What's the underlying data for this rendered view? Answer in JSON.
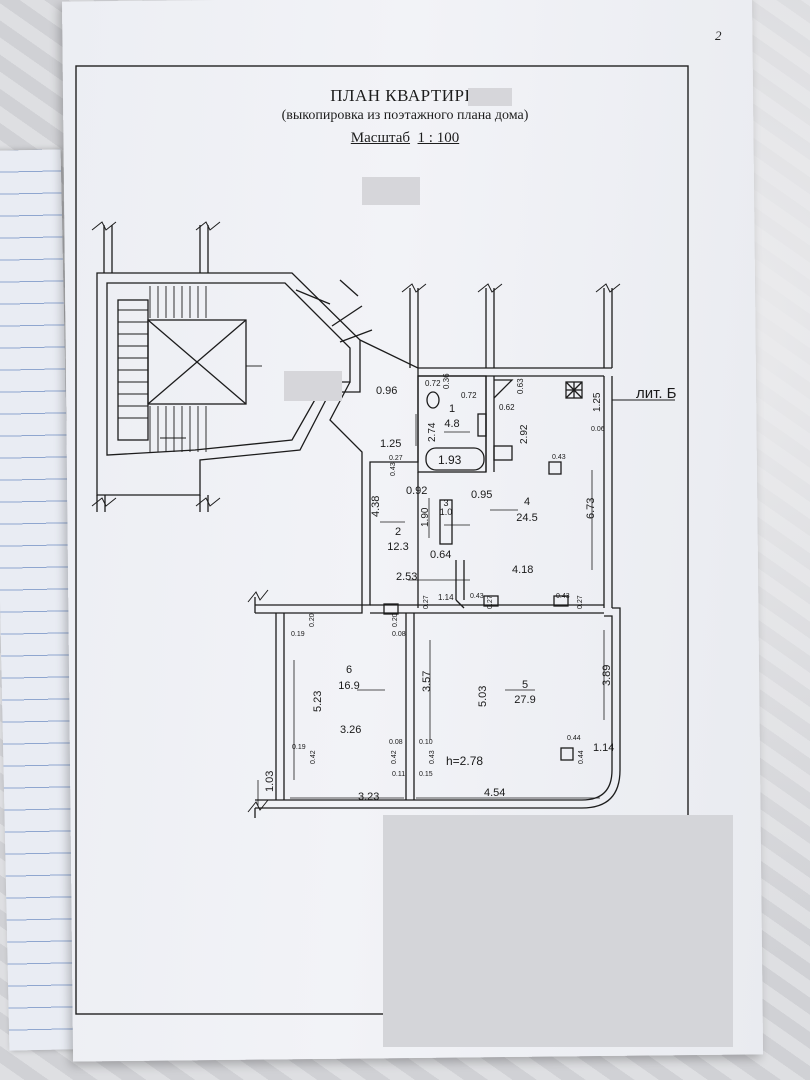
{
  "page": {
    "page_number": "2",
    "title": "ПЛАН КВАРТИРЫ",
    "subtitle": "(выкопировка из поэтажного плана дома)",
    "scale_label": "Масштаб",
    "scale_value": "1 : 100"
  },
  "plan": {
    "litera": "лит. Б",
    "ceiling_height": "h=2.78",
    "rooms": [
      {
        "number": "1",
        "area": "4.8"
      },
      {
        "number": "2",
        "area": "12.3"
      },
      {
        "number": "3",
        "area": "1.0"
      },
      {
        "number": "4",
        "area": "24.5"
      },
      {
        "number": "5",
        "area": "27.9"
      },
      {
        "number": "6",
        "area": "16.9"
      }
    ],
    "bathtub_length": "1.93",
    "dimensions": [
      "0.96",
      "0.72",
      "0.36",
      "0.72",
      "0.63",
      "0.62",
      "1.25",
      "0.06",
      "2.74",
      "2.92",
      "1.25",
      "0.27",
      "0.43",
      "0.43",
      "0.92",
      "0.95",
      "4.38",
      "1.90",
      "6.73",
      "0.64",
      "4.18",
      "2.53",
      "1.14",
      "0.27",
      "0.43",
      "0.27",
      "0.43",
      "0.27",
      "0.20",
      "0.19",
      "0.20",
      "0.08",
      "3.57",
      "5.23",
      "5.03",
      "3.89",
      "3.26",
      "0.08",
      "0.10",
      "0.44",
      "0.44",
      "1.14",
      "0.19",
      "0.42",
      "0.42",
      "0.43",
      "0.11",
      "0.15",
      "1.03",
      "3.23",
      "4.54"
    ]
  }
}
